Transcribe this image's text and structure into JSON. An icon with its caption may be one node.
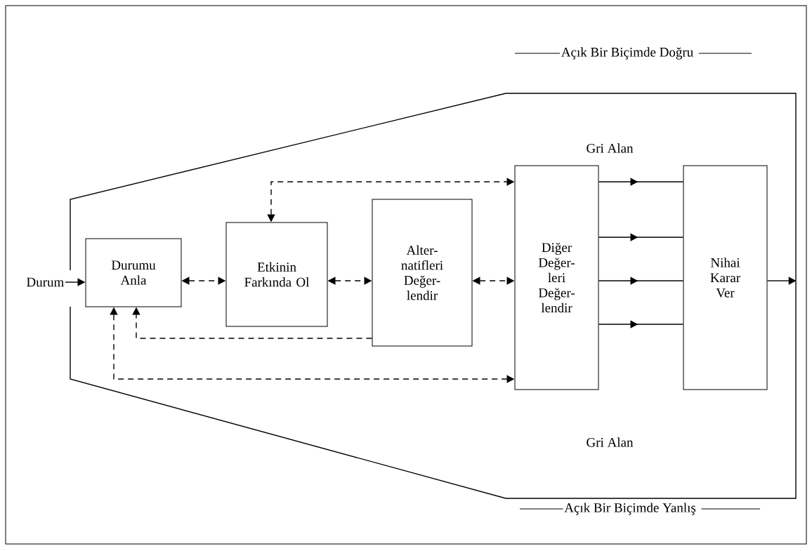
{
  "diagram": {
    "nodes": [
      {
        "text": [],
        "shape": "box"
      },
      {
        "text": [
          "Durum"
        ]
      },
      {
        "text": [
          "Durumu Anla"
        ],
        "in": 0
      },
      {
        "text": [
          "Etkinin Farkında Ol"
        ],
        "in": 0
      },
      {
        "text": [
          "Alter- natifleri Değer- lendir"
        ],
        "in": 0
      },
      {
        "text": [
          "Diğer Değer- leri Değer- lendir"
        ],
        "in": 0
      },
      {
        "text": [
          "Nihai Karar Ver"
        ],
        "in": 0
      }
    ],
    "edges": [
      {
        "from": 1,
        "to": 2,
        "arrow": "to"
      },
      {
        "from": 2,
        "to": 3,
        "arrow": "both",
        "style": "dashed"
      },
      {
        "from": 3,
        "to": 4,
        "arrow": "both",
        "style": "dashed"
      },
      {
        "from": 4,
        "to": 5,
        "arrow": "both",
        "style": "dashed"
      },
      {
        "from": 3,
        "to": 5,
        "arrow": "both",
        "style": "dashed"
      },
      {
        "from": 4,
        "to": 2,
        "arrow": "to",
        "style": "dashed"
      },
      {
        "from": 2,
        "to": 5,
        "arrow": "both",
        "style": "dashed"
      },
      {
        "from": 5,
        "to": 6,
        "arrow": "to"
      },
      {
        "from": 5,
        "to": 6,
        "arrow": "to"
      },
      {
        "from": 5,
        "to": 6,
        "arrow": "to"
      },
      {
        "from": 5,
        "to": 6,
        "arrow": "to"
      },
      {
        "from": 6,
        "to": 0,
        "arrow": "to"
      }
    ],
    "labels": [
      "Açık Bir Biçimde Doğru",
      "Gri Alan",
      "Gri Alan",
      "Açık Bir Biçimde Yanlış"
    ]
  }
}
